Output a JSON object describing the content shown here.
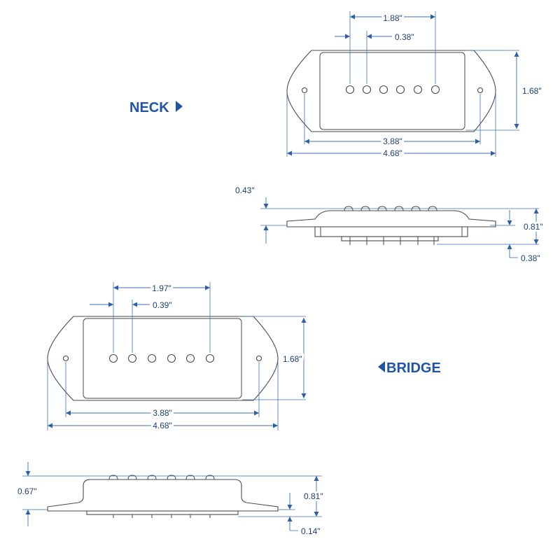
{
  "labels": {
    "neck": "NECK",
    "bridge": "BRIDGE"
  },
  "neck_top": {
    "pole_spacing_total": "1.88\"",
    "pole_spacing": "0.38\"",
    "height": "1.68\"",
    "mount_spacing": "3.88\"",
    "overall_length": "4.68\""
  },
  "neck_side": {
    "cover_height": "0.43\"",
    "total_height": "0.81\"",
    "base_height": "0.38\""
  },
  "bridge_top": {
    "pole_spacing_total": "1.97\"",
    "pole_spacing": "0.39\"",
    "height": "1.68\"",
    "mount_spacing": "3.88\"",
    "overall_length": "4.68\""
  },
  "bridge_side": {
    "cover_height": "0.67\"",
    "total_height": "0.81\"",
    "base_height": "0.14\""
  },
  "colors": {
    "dimension": "#3f6fb5",
    "label": "#1f55a3",
    "outline": "#4a4a4a"
  }
}
